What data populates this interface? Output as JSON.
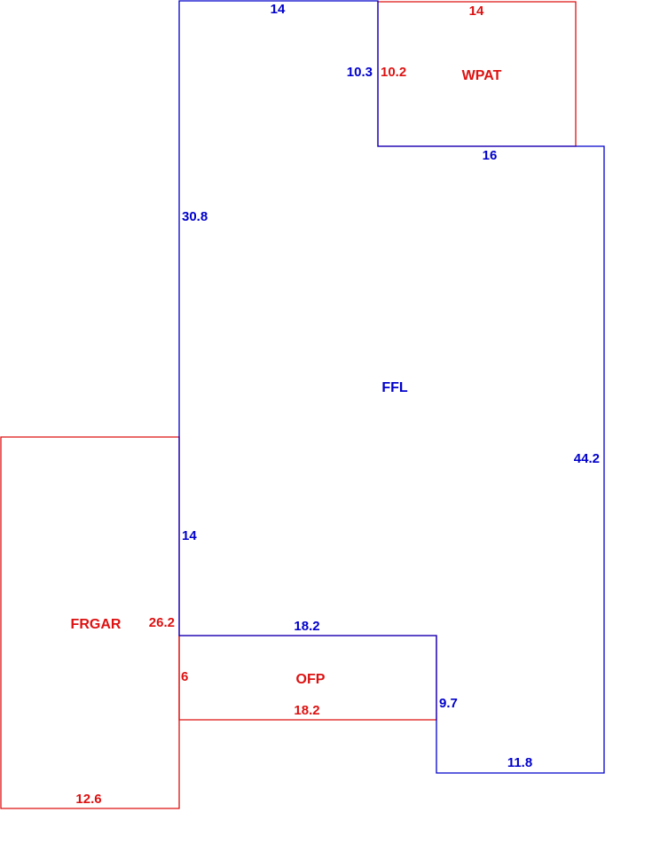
{
  "colors": {
    "living_area": "#0000cc",
    "addition": "#dd1111",
    "background": "#ffffff"
  },
  "areas": {
    "ffl": {
      "name": "FFL",
      "dimensions": {
        "top": "14",
        "notch_left": "10.3",
        "notch_top": "16",
        "left_upper": "30.8",
        "right": "44.2",
        "left_lower": "14",
        "ofp_top": "18.2",
        "ofp_right": "9.7",
        "bottom": "11.8"
      }
    },
    "wpat": {
      "name": "WPAT",
      "dimensions": {
        "top": "14",
        "left": "10.2"
      }
    },
    "frgar": {
      "name": "FRGAR",
      "dimensions": {
        "right": "26.2",
        "bottom": "12.6"
      }
    },
    "ofp": {
      "name": "OFP",
      "dimensions": {
        "left": "6",
        "bottom": "18.2"
      }
    }
  }
}
